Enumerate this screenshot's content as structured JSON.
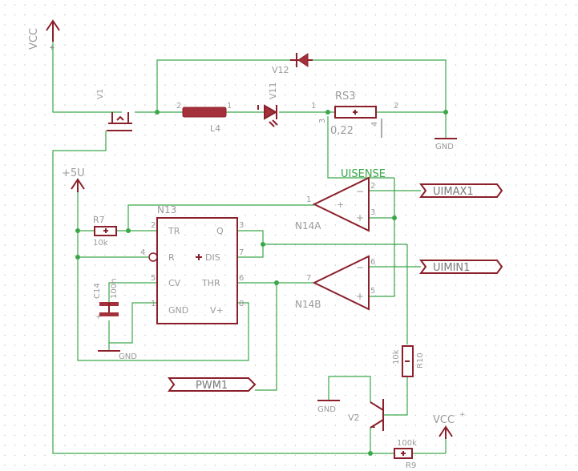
{
  "colors": {
    "wire": "#3aa84a",
    "component": "#8b1f2a",
    "label_text": "#7a7a7a",
    "background": "#ffffff"
  },
  "supplies": {
    "vcc_top": "VCC",
    "vcc_bottom": "VCC",
    "plus5v": "+5U",
    "gnd_rs3": "GND",
    "gnd_c14": "GND",
    "gnd_v2": "GND"
  },
  "components": {
    "v1": "V1",
    "v12": "V12",
    "v11": "V11",
    "l4": "L4",
    "rs3": "RS3",
    "rs3_value": "0,22",
    "r7": "R7",
    "r7_value": "10k",
    "n13": "N13",
    "c14": "C14",
    "c14_value": "100n",
    "n14a": "N14A",
    "n14b": "N14B",
    "r10": "R10",
    "r10_value": "10k",
    "v2": "V2",
    "r9": "R9",
    "r9_value": "100k"
  },
  "pins": {
    "l4_p2": "2",
    "l4_p1": "1",
    "rs3_p1": "1",
    "rs3_p2": "2",
    "rs3_p3": "3",
    "rs3_p4": "4",
    "n13_p2": "2",
    "n13_p4": "4",
    "n13_p5": "5",
    "n13_p1": "1",
    "n13_p3": "3",
    "n13_p7": "7",
    "n13_p6": "6",
    "n13_p8": "8",
    "n14a_p1": "1",
    "n14a_p2": "2",
    "n14a_p3": "3",
    "n14b_p7": "7",
    "n14b_p6": "6",
    "n14b_p5": "5"
  },
  "n13_pins": {
    "tr": "TR",
    "r": "R",
    "cv": "CV",
    "gnd": "GND",
    "q": "Q",
    "dis": "DIS",
    "thr": "THR",
    "vplus": "V+"
  },
  "nets": {
    "uisense": "UISENSE",
    "uimax": "UIMAX1",
    "uimin": "UIMIN1",
    "pwm": "PWM1"
  }
}
